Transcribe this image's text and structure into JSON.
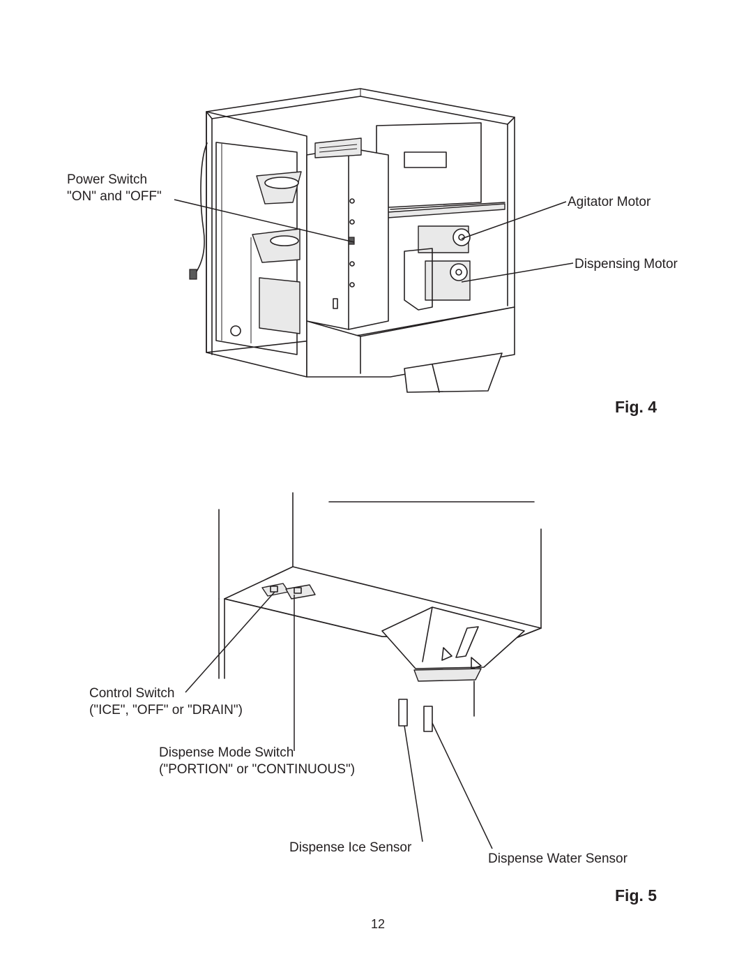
{
  "fig4": {
    "caption": "Fig. 4",
    "labels": {
      "power_switch_line1": "Power Switch",
      "power_switch_line2": "\"ON\" and \"OFF\"",
      "agitator_motor": "Agitator Motor",
      "dispensing_motor": "Dispensing Motor"
    }
  },
  "fig5": {
    "caption": "Fig. 5",
    "labels": {
      "control_switch_line1": "Control Switch",
      "control_switch_line2": "(\"ICE\", \"OFF\" or \"DRAIN\")",
      "dispense_mode_line1": "Dispense Mode Switch",
      "dispense_mode_line2": "(\"PORTION\" or \"CONTINUOUS\")",
      "dispense_ice_sensor": "Dispense Ice Sensor",
      "dispense_water_sensor": "Dispense Water Sensor"
    }
  },
  "page_number": "12"
}
